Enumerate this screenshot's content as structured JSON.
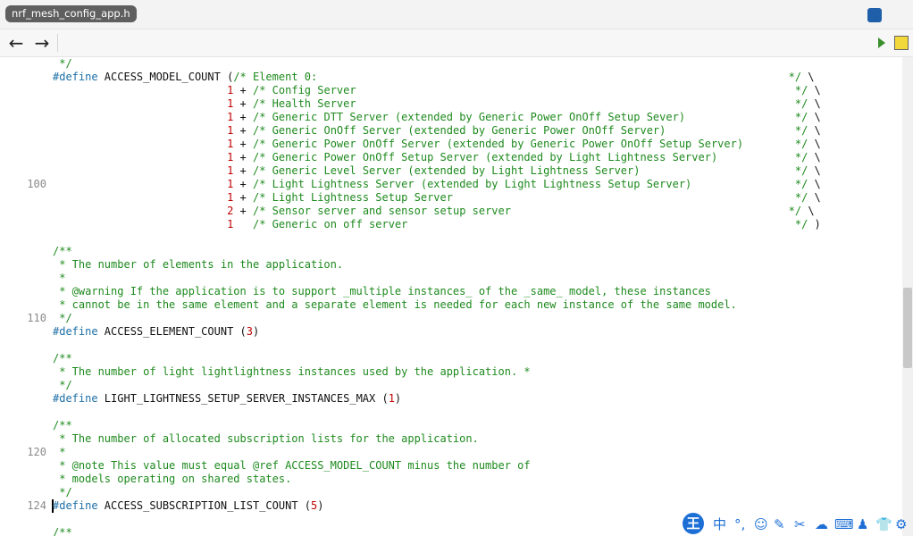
{
  "tab": {
    "title": "nrf_mesh_config_app.h"
  },
  "toolbar": {
    "back": "←",
    "forward": "→"
  },
  "editor": {
    "lines": [
      {
        "ln": "",
        "cursor": false,
        "parts": [
          {
            "c": "cm",
            "t": " */"
          }
        ]
      },
      {
        "ln": "",
        "cursor": false,
        "parts": [
          {
            "c": "pp",
            "t": "#define"
          },
          {
            "c": "id",
            "t": " ACCESS_MODEL_COUNT "
          },
          {
            "c": "id",
            "t": "("
          },
          {
            "c": "cm",
            "t": "/* Element 0:                                                                         */"
          },
          {
            "c": "id",
            "t": " \\"
          }
        ]
      },
      {
        "ln": "",
        "cursor": false,
        "parts": [
          {
            "c": "id",
            "t": "                           "
          },
          {
            "c": "num",
            "t": "1"
          },
          {
            "c": "id",
            "t": " + "
          },
          {
            "c": "cm",
            "t": "/* Config Server                                                                    */"
          },
          {
            "c": "id",
            "t": " \\"
          }
        ]
      },
      {
        "ln": "",
        "cursor": false,
        "parts": [
          {
            "c": "id",
            "t": "                           "
          },
          {
            "c": "num",
            "t": "1"
          },
          {
            "c": "id",
            "t": " + "
          },
          {
            "c": "cm",
            "t": "/* Health Server                                                                    */"
          },
          {
            "c": "id",
            "t": " \\"
          }
        ]
      },
      {
        "ln": "",
        "cursor": false,
        "parts": [
          {
            "c": "id",
            "t": "                           "
          },
          {
            "c": "num",
            "t": "1"
          },
          {
            "c": "id",
            "t": " + "
          },
          {
            "c": "cm",
            "t": "/* Generic DTT Server (extended by Generic Power OnOff Setup Sever)                 */"
          },
          {
            "c": "id",
            "t": " \\"
          }
        ]
      },
      {
        "ln": "",
        "cursor": false,
        "parts": [
          {
            "c": "id",
            "t": "                           "
          },
          {
            "c": "num",
            "t": "1"
          },
          {
            "c": "id",
            "t": " + "
          },
          {
            "c": "cm",
            "t": "/* Generic OnOff Server (extended by Generic Power OnOff Server)                    */"
          },
          {
            "c": "id",
            "t": " \\"
          }
        ]
      },
      {
        "ln": "",
        "cursor": false,
        "parts": [
          {
            "c": "id",
            "t": "                           "
          },
          {
            "c": "num",
            "t": "1"
          },
          {
            "c": "id",
            "t": " + "
          },
          {
            "c": "cm",
            "t": "/* Generic Power OnOff Server (extended by Generic Power OnOff Setup Server)        */"
          },
          {
            "c": "id",
            "t": " \\"
          }
        ]
      },
      {
        "ln": "",
        "cursor": false,
        "parts": [
          {
            "c": "id",
            "t": "                           "
          },
          {
            "c": "num",
            "t": "1"
          },
          {
            "c": "id",
            "t": " + "
          },
          {
            "c": "cm",
            "t": "/* Generic Power OnOff Setup Server (extended by Light Lightness Server)            */"
          },
          {
            "c": "id",
            "t": " \\"
          }
        ]
      },
      {
        "ln": "",
        "cursor": false,
        "parts": [
          {
            "c": "id",
            "t": "                           "
          },
          {
            "c": "num",
            "t": "1"
          },
          {
            "c": "id",
            "t": " + "
          },
          {
            "c": "cm",
            "t": "/* Generic Level Server (extended by Light Lightness Server)                        */"
          },
          {
            "c": "id",
            "t": " \\"
          }
        ]
      },
      {
        "ln": "100",
        "cursor": false,
        "parts": [
          {
            "c": "id",
            "t": "                           "
          },
          {
            "c": "num",
            "t": "1"
          },
          {
            "c": "id",
            "t": " + "
          },
          {
            "c": "cm",
            "t": "/* Light Lightness Server (extended by Light Lightness Setup Server)                */"
          },
          {
            "c": "id",
            "t": " \\"
          }
        ]
      },
      {
        "ln": "",
        "cursor": false,
        "parts": [
          {
            "c": "id",
            "t": "                           "
          },
          {
            "c": "num",
            "t": "1"
          },
          {
            "c": "id",
            "t": " + "
          },
          {
            "c": "cm",
            "t": "/* Light Lightness Setup Server                                                     */"
          },
          {
            "c": "id",
            "t": " \\"
          }
        ]
      },
      {
        "ln": "",
        "cursor": false,
        "parts": [
          {
            "c": "id",
            "t": "                           "
          },
          {
            "c": "num",
            "t": "2"
          },
          {
            "c": "id",
            "t": " + "
          },
          {
            "c": "cm",
            "t": "/* Sensor server and sensor setup server                                           */"
          },
          {
            "c": "id",
            "t": " \\"
          }
        ]
      },
      {
        "ln": "",
        "cursor": false,
        "parts": [
          {
            "c": "id",
            "t": "                           "
          },
          {
            "c": "num",
            "t": "1"
          },
          {
            "c": "id",
            "t": "   "
          },
          {
            "c": "cm",
            "t": "/* Generic on off server                                                            */"
          },
          {
            "c": "id",
            "t": " )"
          }
        ]
      },
      {
        "ln": "",
        "cursor": false,
        "parts": []
      },
      {
        "ln": "",
        "cursor": false,
        "parts": [
          {
            "c": "cm",
            "t": "/**"
          }
        ]
      },
      {
        "ln": "",
        "cursor": false,
        "parts": [
          {
            "c": "cm",
            "t": " * The number of elements in the application."
          }
        ]
      },
      {
        "ln": "",
        "cursor": false,
        "parts": [
          {
            "c": "cm",
            "t": " *"
          }
        ]
      },
      {
        "ln": "",
        "cursor": false,
        "parts": [
          {
            "c": "cm",
            "t": " * @warning If the application is to support _multiple instances_ of the _same_ model, these instances"
          }
        ]
      },
      {
        "ln": "",
        "cursor": false,
        "parts": [
          {
            "c": "cm",
            "t": " * cannot be in the same element and a separate element is needed for each new instance of the same model."
          }
        ]
      },
      {
        "ln": "110",
        "cursor": false,
        "parts": [
          {
            "c": "cm",
            "t": " */"
          }
        ]
      },
      {
        "ln": "",
        "cursor": false,
        "parts": [
          {
            "c": "pp",
            "t": "#define"
          },
          {
            "c": "id",
            "t": " ACCESS_ELEMENT_COUNT ("
          },
          {
            "c": "num",
            "t": "3"
          },
          {
            "c": "id",
            "t": ")"
          }
        ]
      },
      {
        "ln": "",
        "cursor": false,
        "parts": []
      },
      {
        "ln": "",
        "cursor": false,
        "parts": [
          {
            "c": "cm",
            "t": "/**"
          }
        ]
      },
      {
        "ln": "",
        "cursor": false,
        "parts": [
          {
            "c": "cm",
            "t": " * The number of light lightlightness instances used by the application. *"
          }
        ]
      },
      {
        "ln": "",
        "cursor": false,
        "parts": [
          {
            "c": "cm",
            "t": " */"
          }
        ]
      },
      {
        "ln": "",
        "cursor": false,
        "parts": [
          {
            "c": "pp",
            "t": "#define"
          },
          {
            "c": "id",
            "t": " LIGHT_LIGHTNESS_SETUP_SERVER_INSTANCES_MAX ("
          },
          {
            "c": "num",
            "t": "1"
          },
          {
            "c": "id",
            "t": ")"
          }
        ]
      },
      {
        "ln": "",
        "cursor": false,
        "parts": []
      },
      {
        "ln": "",
        "cursor": false,
        "parts": [
          {
            "c": "cm",
            "t": "/**"
          }
        ]
      },
      {
        "ln": "",
        "cursor": false,
        "parts": [
          {
            "c": "cm",
            "t": " * The number of allocated subscription lists for the application."
          }
        ]
      },
      {
        "ln": "120",
        "cursor": false,
        "parts": [
          {
            "c": "cm",
            "t": " *"
          }
        ]
      },
      {
        "ln": "",
        "cursor": false,
        "parts": [
          {
            "c": "cm",
            "t": " * @note This value must equal @ref ACCESS_MODEL_COUNT minus the number of"
          }
        ]
      },
      {
        "ln": "",
        "cursor": false,
        "parts": [
          {
            "c": "cm",
            "t": " * models operating on shared states."
          }
        ]
      },
      {
        "ln": "",
        "cursor": false,
        "parts": [
          {
            "c": "cm",
            "t": " */"
          }
        ]
      },
      {
        "ln": "124",
        "cursor": true,
        "parts": [
          {
            "c": "pp",
            "t": "#define"
          },
          {
            "c": "id",
            "t": " ACCESS_SUBSCRIPTION_LIST_COUNT ("
          },
          {
            "c": "num",
            "t": "5"
          },
          {
            "c": "id",
            "t": ")"
          }
        ]
      },
      {
        "ln": "",
        "cursor": false,
        "parts": []
      },
      {
        "ln": "",
        "cursor": false,
        "parts": [
          {
            "c": "cm",
            "t": "/**"
          }
        ]
      }
    ]
  },
  "ime": {
    "logo": "王",
    "lang": "中",
    "punct": "°,",
    "emoji": "☺",
    "pen": "✎",
    "scissors": "✂",
    "cloud": "☁",
    "keyboard": "⌨",
    "user": "♟",
    "shirt": "👕",
    "gear": "⚙"
  },
  "colors": {
    "comment": "#1e8a1e",
    "number": "#c00000",
    "preprocessor": "#1d6fa6",
    "identifier": "#111111",
    "ime_blue": "#1d6fd6"
  }
}
